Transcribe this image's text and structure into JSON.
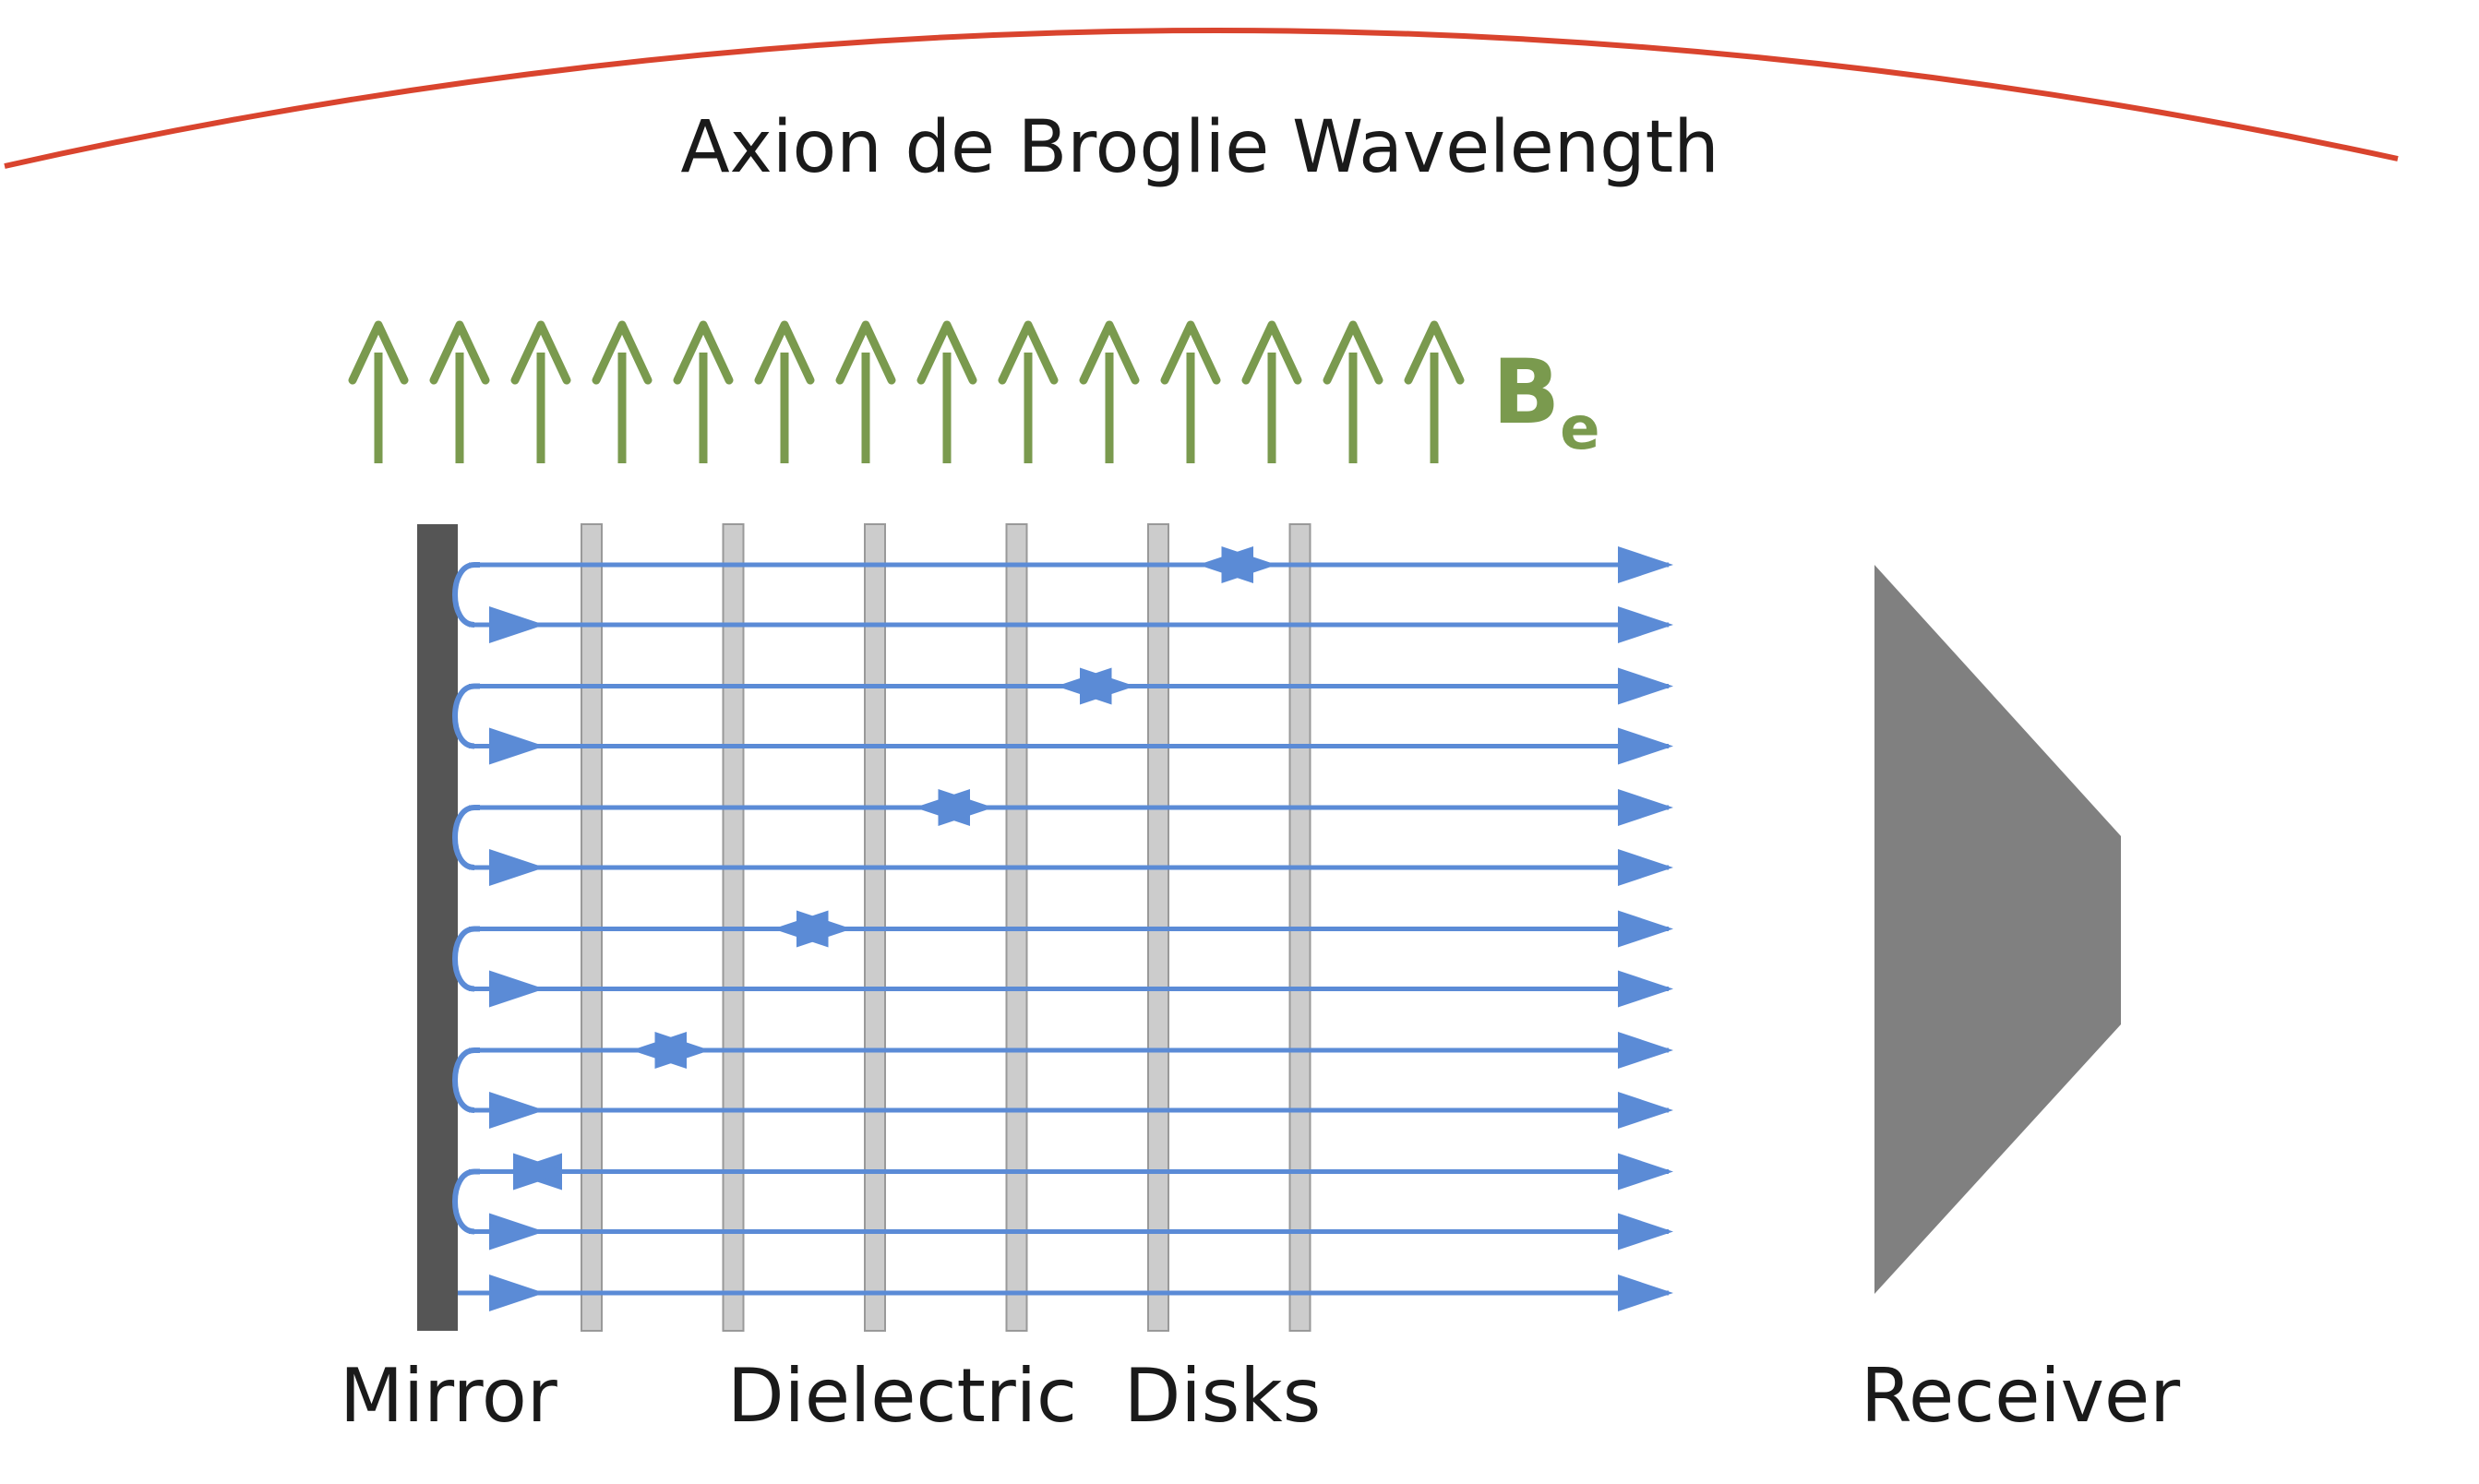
{
  "title": "Axion de Broglie Wavelength",
  "field": {
    "symbol": "B",
    "subscript": "e",
    "arrow_count": 14
  },
  "labels": {
    "mirror": "Mirror",
    "disks": "Dielectric  Disks",
    "receiver": "Receiver"
  },
  "disk_count": 6,
  "wave_count": 13,
  "colors": {
    "arc": "#d9442e",
    "field": "#7a9a4e",
    "wave": "#5b8bd6",
    "mirror": "#555555",
    "disk_fill": "#cccccc",
    "disk_stroke": "#999999",
    "receiver": "#808080"
  }
}
